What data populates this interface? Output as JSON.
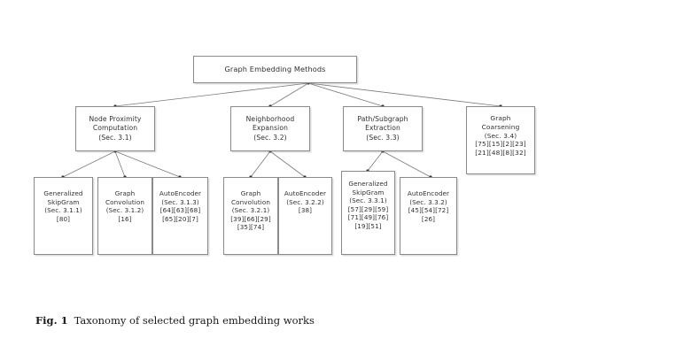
{
  "figure": {
    "caption_label": "Fig. 1",
    "caption_text": "Taxonomy of selected graph embedding works",
    "edge_color": "#7a7a7a",
    "box_border_color": "#8a8a8a",
    "text_color": "#303030"
  },
  "nodes": {
    "root": {
      "lines": [
        "Graph Embedding Methods"
      ]
    },
    "categories": [
      {
        "id": "node-proximity-computation",
        "lines": [
          "Node Proximity",
          "Computation",
          "(Sec. 3.1)"
        ]
      },
      {
        "id": "neighborhood-expansion",
        "lines": [
          "Neighborhood",
          "Expansion",
          "(Sec. 3.2)"
        ]
      },
      {
        "id": "path-subgraph-extraction",
        "lines": [
          "Path/Subgraph",
          "Extraction",
          "(Sec. 3.3)"
        ]
      },
      {
        "id": "graph-coarsening",
        "lines": [
          "Graph",
          "Coarsening",
          "(Sec. 3.4)",
          "[75][15][2][23]",
          "[21][48][8][32]"
        ]
      }
    ],
    "leaves": [
      {
        "id": "generalized-skipgram-311",
        "lines": [
          "Generalized",
          "SkipGram",
          "(Sec. 3.1.1)",
          "[80]"
        ]
      },
      {
        "id": "graph-convolution-312",
        "lines": [
          "Graph",
          "Convolution",
          "(Sec. 3.1.2)",
          "[16]"
        ]
      },
      {
        "id": "autoencoder-313",
        "lines": [
          "AutoEncoder",
          "(Sec. 3.1.3)",
          "[64][63][68]",
          "[65][20][7]"
        ]
      },
      {
        "id": "graph-convolution-321",
        "lines": [
          "Graph",
          "Convolution",
          "(Sec. 3.2.1)",
          "[39][66][29]",
          "[35][74]"
        ]
      },
      {
        "id": "autoencoder-322",
        "lines": [
          "AutoEncoder",
          "(Sec. 3.2.2)",
          "[38]"
        ]
      },
      {
        "id": "generalized-skipgram-331",
        "lines": [
          "Generalized",
          "SkipGram",
          "(Sec. 3.3.1)",
          "[57][29][59]",
          "[71][49][76]",
          "[19][51]"
        ]
      },
      {
        "id": "autoencoder-332",
        "lines": [
          "AutoEncoder",
          "(Sec. 3.3.2)",
          "[45][54][72]",
          "[26]"
        ]
      }
    ]
  }
}
